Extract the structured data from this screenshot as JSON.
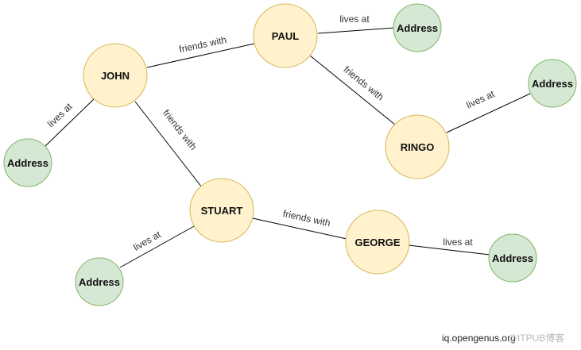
{
  "diagram": {
    "colors": {
      "person_fill": "#fff2cc",
      "person_stroke": "#d6b656",
      "address_fill": "#d5e8d4",
      "address_stroke": "#82b366",
      "edge": "#000000"
    },
    "nodes": {
      "john": "JOHN",
      "paul": "PAUL",
      "ringo": "RINGO",
      "stuart": "STUART",
      "george": "GEORGE",
      "addr_paul": "Address",
      "addr_ringo": "Address",
      "addr_john": "Address",
      "addr_stuart": "Address",
      "addr_george": "Address"
    },
    "edges": {
      "john_paul": "friends with",
      "paul_ringo": "friends with",
      "john_stuart": "friends with",
      "stuart_george": "friends with",
      "paul_addr": "lives at",
      "ringo_addr": "lives at",
      "john_addr": "lives at",
      "stuart_addr": "lives at",
      "george_addr": "lives at"
    }
  },
  "footer": {
    "source": "iq.opengenus.org",
    "watermark": "@ITPUB博客"
  }
}
